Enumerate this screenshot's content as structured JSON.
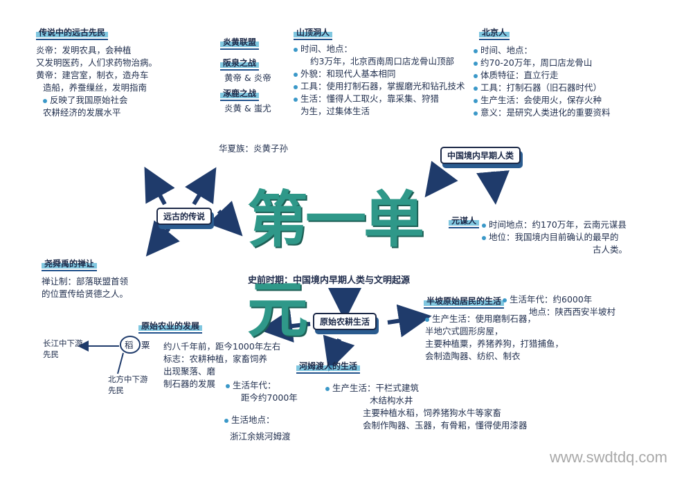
{
  "center": {
    "title": "第一单元",
    "subtitle": "史前时期：中国境内早期人类与文明起源"
  },
  "hubs": {
    "legends": "远古的传说",
    "early_humans": "中国境内早期人类",
    "primitive_farming": "原始农耕生活"
  },
  "legends_branch": {
    "culture": {
      "title": "传说中的远古先民",
      "lines": [
        "炎帝：发明农具，会种植",
        "又发明医药，人们求药物治病。",
        "黄帝：建宫室，制衣，造舟车",
        "造船，养蚕缫丝，发明指南",
        "反映了我国原始社会",
        "农耕经济的发展水平"
      ]
    },
    "alliance": {
      "title": "炎黄联盟",
      "battle1": "阪泉之战",
      "battle1_sides": "黄帝 & 炎帝",
      "battle2": "涿鹿之战",
      "battle2_sides": "炎黄 & 蚩尤",
      "descendants": "华夏族：炎黄子孙"
    },
    "yao_shun_yu": {
      "title": "尧舜禹的禅让",
      "lines": [
        "禅让制：部落联盟首领",
        "的位置传给贤德之人。"
      ]
    }
  },
  "humans_branch": {
    "shandingdong": {
      "title": "山顶洞人",
      "lines": [
        "时间、地点：",
        "约3万年，北京西南周口店龙骨山顶部",
        "外貌：和现代人基本相同",
        "工具：使用打制石器，掌握磨光和钻孔技术",
        "生活：懂得人工取火，靠采集、狩猎",
        "为生，过集体生活"
      ]
    },
    "peking": {
      "title": "北京人",
      "lines": [
        "时间、地点：",
        "约70-20万年，周口店龙骨山",
        "体质特征：直立行走",
        "工具：打制石器（旧石器时代）",
        "生产生活：会使用火，保存火种",
        "意义：是研究人类进化的重要资料"
      ]
    },
    "yuanmou": {
      "title": "元谋人",
      "lines": [
        "时间地点：约170万年，云南元谋县",
        "地位：我国境内目前确认的最早的",
        "古人类。"
      ]
    }
  },
  "farming_branch": {
    "hemudu": {
      "title": "原始农业的发展",
      "rice": "稻",
      "millet": "粟",
      "regions_left": "长江中下游",
      "regions_left2": "先民",
      "regions_bottom": "北方中下游",
      "regions_bottom2": "先民",
      "lines": [
        "约八千年前，距今1000年左右",
        "标志：农耕种植，家畜饲养",
        "出现聚落、磨",
        "制石器的发展"
      ],
      "era_label": "生活年代：",
      "era_value": "距今约7000年",
      "place_label": "生活地点：",
      "place_value": "浙江余姚河姆渡"
    },
    "banpo": {
      "title": "半坡原始居民的生活",
      "era": "生活年代：约6000年",
      "place": "地点：陕西西安半坡村",
      "lines": [
        "生产生活：使用磨制石器，",
        "半地穴式圆形房屋，",
        "主要种植粟，养猪养狗，打猎捕鱼，",
        "会制造陶器、纺织、制衣"
      ]
    },
    "hemudu_people": {
      "title": "河姆渡人的生活",
      "lines": [
        "生产生活：干栏式建筑",
        "木结构水井",
        "主要种植水稻，饲养猪狗水牛等家畜",
        "会制作陶器、玉器，有骨耜，懂得使用漆器"
      ]
    }
  },
  "watermark": "www.swdtdq.com",
  "colors": {
    "title": "#2f9889",
    "ink": "#1d2a4a",
    "highlight": "#56b4d6",
    "arrow": "#1f3b6b"
  }
}
